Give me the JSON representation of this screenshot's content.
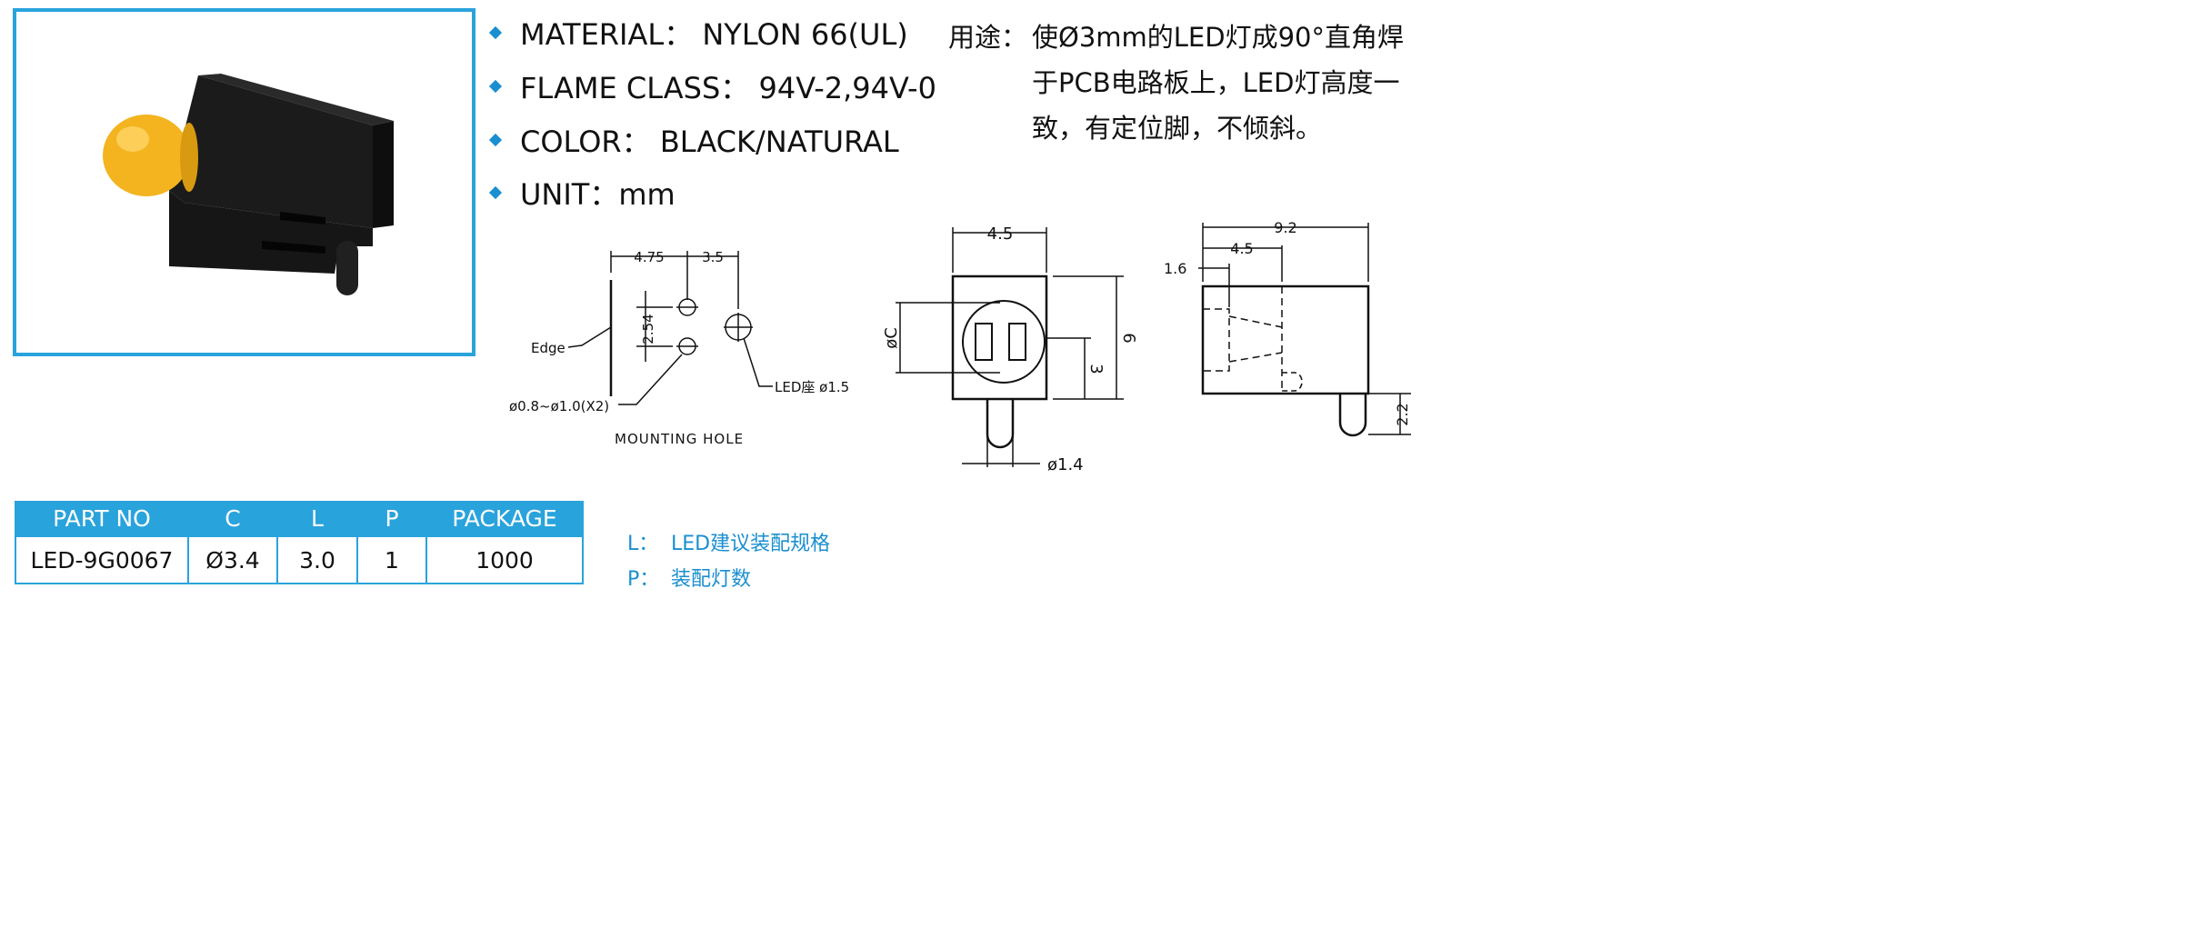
{
  "specs": [
    {
      "label": "MATERIAL：",
      "value": "NYLON 66(UL)"
    },
    {
      "label": "FLAME CLASS：",
      "value": "94V-2,94V-0"
    },
    {
      "label": "COLOR：",
      "value": "BLACK/NATURAL"
    },
    {
      "label": "UNIT：",
      "value": "mm"
    }
  ],
  "usage": {
    "label": "用途：",
    "lines": [
      "使Ø3mm的LED灯成90°直角焊",
      "于PCB电路板上，LED灯高度一",
      "致，有定位脚，不倾斜。"
    ]
  },
  "mounting": {
    "dim_a": "4.75",
    "dim_b": "3.5",
    "dim_pitch": "2.54",
    "edge_label": "Edge",
    "hole_label": "ø0.8~ø1.0(X2)",
    "led_label": "LED座 ø1.5",
    "title": "MOUNTING HOLE"
  },
  "front_view": {
    "width": "4.5",
    "height": "6",
    "hole": "øC",
    "center": "3",
    "pin": "ø1.4"
  },
  "side_view": {
    "length": "9.2",
    "inner": "4.5",
    "offset": "1.6",
    "pin_len": "2.2"
  },
  "table": {
    "headers": [
      "PART NO",
      "C",
      "L",
      "P",
      "PACKAGE"
    ],
    "rows": [
      [
        "LED-9G0067",
        "Ø3.4",
        "3.0",
        "1",
        "1000"
      ]
    ]
  },
  "legend": [
    {
      "key": "L：",
      "text": "LED建议装配规格"
    },
    {
      "key": "P：",
      "text": "装配灯数"
    }
  ],
  "colors": {
    "accent": "#29a3dc",
    "bullet": "#1a8fd0",
    "led": "#f3b420",
    "housing": "#1c1c1c"
  }
}
